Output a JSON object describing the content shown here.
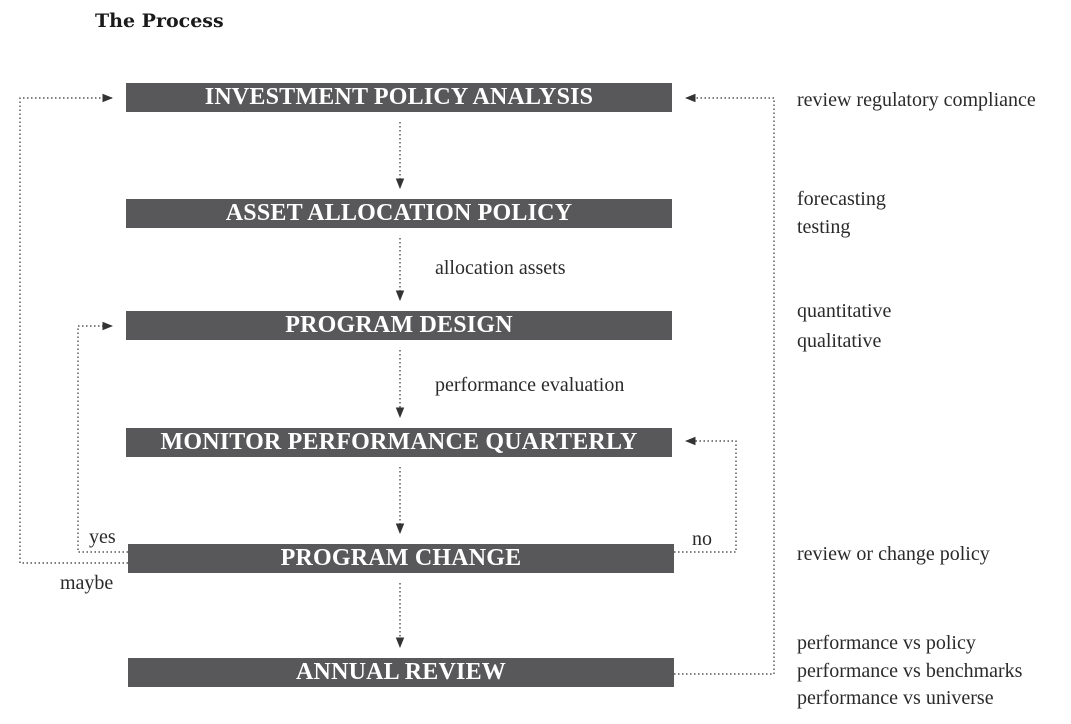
{
  "title": "The Process",
  "steps": [
    "INVESTMENT POLICY ANALYSIS",
    "ASSET ALLOCATION POLICY",
    "PROGRAM DESIGN",
    "MONITOR PERFORMANCE QUARTERLY",
    "PROGRAM CHANGE",
    "ANNUAL REVIEW"
  ],
  "edge_labels": {
    "allocation": "allocation assets",
    "performance": "performance evaluation",
    "yes": "yes",
    "maybe": "maybe",
    "no": "no"
  },
  "side_notes": {
    "regulatory": "review regulatory compliance",
    "forecasting": "forecasting",
    "testing": "testing",
    "quantitative": "quantitative",
    "qualitative": "qualitative",
    "review_change": "review or change policy",
    "vs_policy": "performance vs policy",
    "vs_benchmarks": "performance vs benchmarks",
    "vs_universe": "performance vs universe"
  },
  "colors": {
    "box": "#58585a",
    "box_text": "#ffffff",
    "line": "#333333"
  }
}
